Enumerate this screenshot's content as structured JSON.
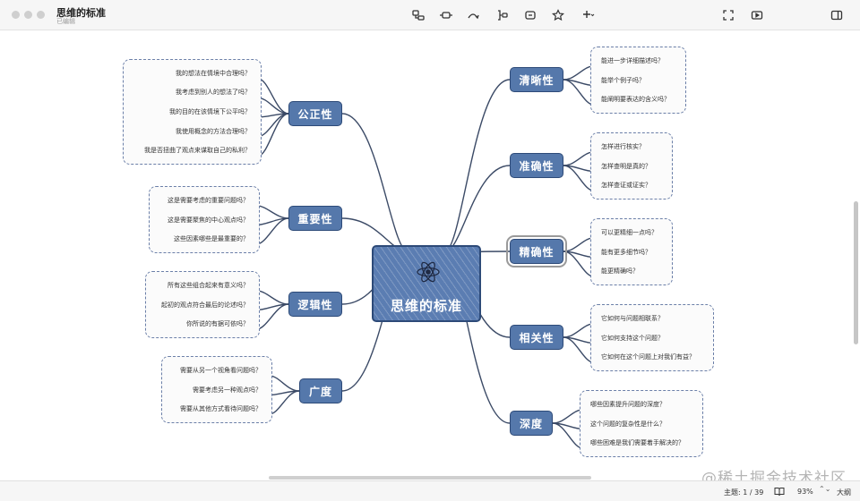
{
  "window": {
    "title": "思维的标准",
    "subtitle": "已编辑"
  },
  "toolbar": {
    "buttons": [
      "subtopic-icon",
      "topic-icon",
      "relationship-icon",
      "summary-icon",
      "boundary-icon",
      "marker-icon",
      "insert-icon",
      "focus-icon",
      "play-icon",
      "sidebar-icon"
    ]
  },
  "map": {
    "central": "思维的标准",
    "left": [
      {
        "label": "公正性",
        "items": [
          "我的想法在情境中合理吗？",
          "我考虑到别人的想法了吗？",
          "我的目的在该情境下公平吗？",
          "我使用概念的方法合理吗？",
          "我是否扭曲了观点来谋取自己的私利？"
        ]
      },
      {
        "label": "重要性",
        "items": [
          "这是需要考虑的重要问题吗？",
          "这是需要聚焦的中心观点吗？",
          "这些因素哪些是最重要的？"
        ]
      },
      {
        "label": "逻辑性",
        "items": [
          "所有这些组合起来有意义吗？",
          "起初的观点符合最后的论述吗？",
          "你所说的有据可依吗？"
        ]
      },
      {
        "label": "广度",
        "items": [
          "需要从另一个视角看问题吗？",
          "需要考虑另一种观点吗？",
          "需要从其他方式看待问题吗？"
        ]
      }
    ],
    "right": [
      {
        "label": "清晰性",
        "items": [
          "能进一步详细描述吗？",
          "能举个例子吗？",
          "能阐明要表达的含义吗？"
        ]
      },
      {
        "label": "准确性",
        "items": [
          "怎样进行核实？",
          "怎样查明是真的？",
          "怎样查证或证实？"
        ]
      },
      {
        "label": "精确性",
        "items": [
          "可以更精细一点吗？",
          "能有更多细节吗？",
          "能更精确吗？"
        ]
      },
      {
        "label": "相关性",
        "items": [
          "它如何与问题相联系？",
          "它如何支持这个问题？",
          "它如何在这个问题上对我们有益？"
        ]
      },
      {
        "label": "深度",
        "items": [
          "哪些因素提升问题的深度？",
          "这个问题的复杂性是什么？",
          "哪些困难是我们需要着手解决的？"
        ]
      }
    ]
  },
  "statusbar": {
    "topic_count": "主题: 1 / 39",
    "zoom": "93%",
    "outline": "大纲"
  },
  "watermark": "@稀土掘金技术社区",
  "colors": {
    "topic_fill": "#5578ab",
    "topic_border": "#2d4a78",
    "line": "#3b4a66",
    "group_border": "#6b7fa8"
  }
}
